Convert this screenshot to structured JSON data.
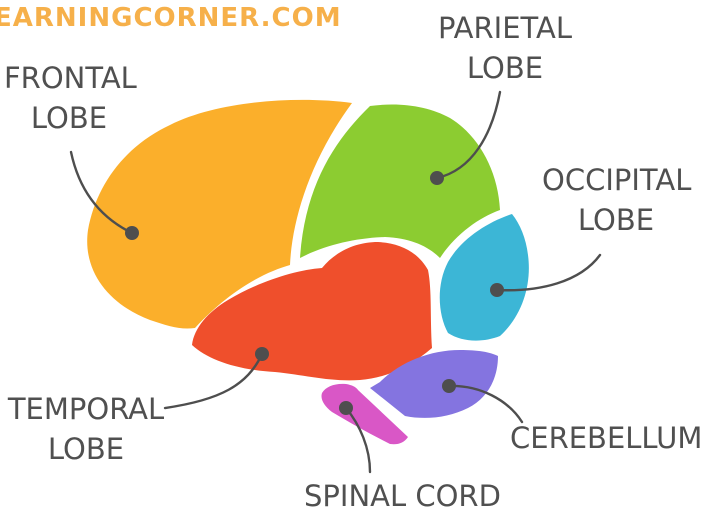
{
  "brand": {
    "text": "EARNINGCORNER.COM",
    "color": "#f6b04a"
  },
  "regions": {
    "frontal": {
      "line1": "FRONTAL",
      "line2": "LOBE",
      "color": "#fbaf2b"
    },
    "parietal": {
      "line1": "PARIETAL",
      "line2": "LOBE",
      "color": "#8ccc31"
    },
    "occipital": {
      "line1": "OCCIPITAL",
      "line2": "LOBE",
      "color": "#3cb6d6"
    },
    "temporal": {
      "line1": "TEMPORAL",
      "line2": "LOBE",
      "color": "#ef4f2c"
    },
    "cerebellum": {
      "line1": "CEREBELLUM",
      "color": "#8474e0"
    },
    "spinal_cord": {
      "line1": "SPINAL CORD",
      "color": "#d957c6"
    }
  },
  "leader_color": "#4e4e4e",
  "label_color": "#505050"
}
